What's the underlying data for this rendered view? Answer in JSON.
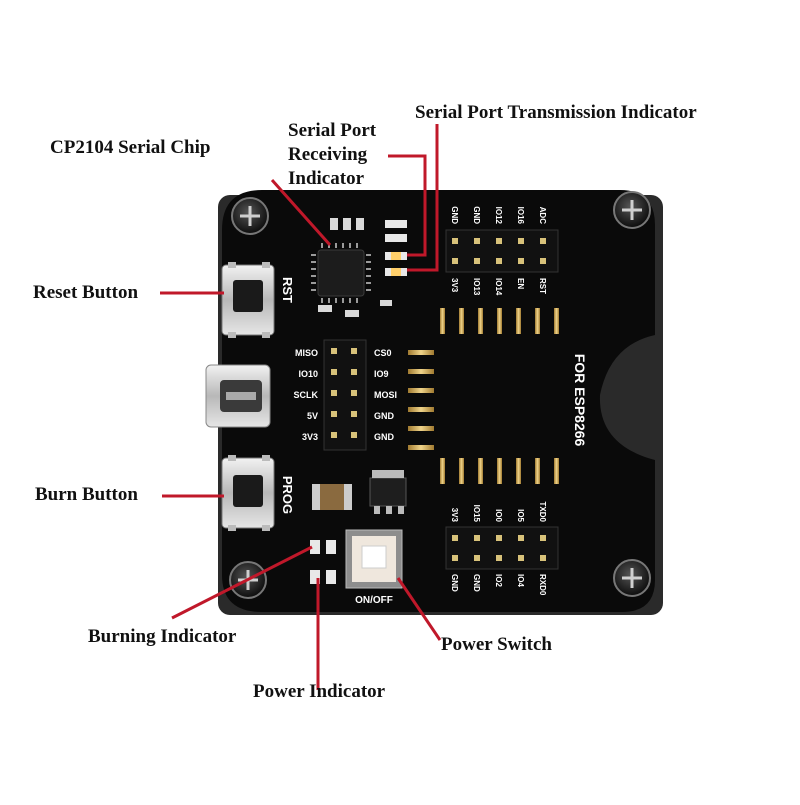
{
  "labels": {
    "serial_tx": "Serial Port Transmission Indicator",
    "serial_rx_line1": "Serial Port",
    "serial_rx_line2": "Receiving",
    "serial_rx_line3": "Indicator",
    "cp2104": "CP2104 Serial Chip",
    "reset_button": "Reset Button",
    "burn_button": "Burn Button",
    "burning_indicator": "Burning Indicator",
    "power_switch": "Power Switch",
    "power_indicator": "Power Indicator"
  },
  "silkscreen": {
    "rst": "RST",
    "prog": "PROG",
    "on_off": "ON/OFF",
    "board_name": "FOR ESP8266",
    "top_header_top": [
      "GND",
      "GND",
      "IO12",
      "IO16",
      "ADC"
    ],
    "top_header_bottom": [
      "3V3",
      "IO13",
      "IO14",
      "EN",
      "RST"
    ],
    "mid_left": [
      "MISO",
      "IO10",
      "SCLK",
      "5V",
      "3V3"
    ],
    "mid_right": [
      "CS0",
      "IO9",
      "MOSI",
      "GND",
      "GND"
    ],
    "bot_header_top": [
      "3V3",
      "IO15",
      "IO0",
      "IO5",
      "TXD0"
    ],
    "bot_header_bottom": [
      "GND",
      "GND",
      "IO2",
      "IO4",
      "RXD0"
    ]
  },
  "colors": {
    "pcb": "#0a0a0a",
    "callout_line": "#c0182a",
    "label_text": "#111111",
    "silkscreen": "#ffffff"
  }
}
